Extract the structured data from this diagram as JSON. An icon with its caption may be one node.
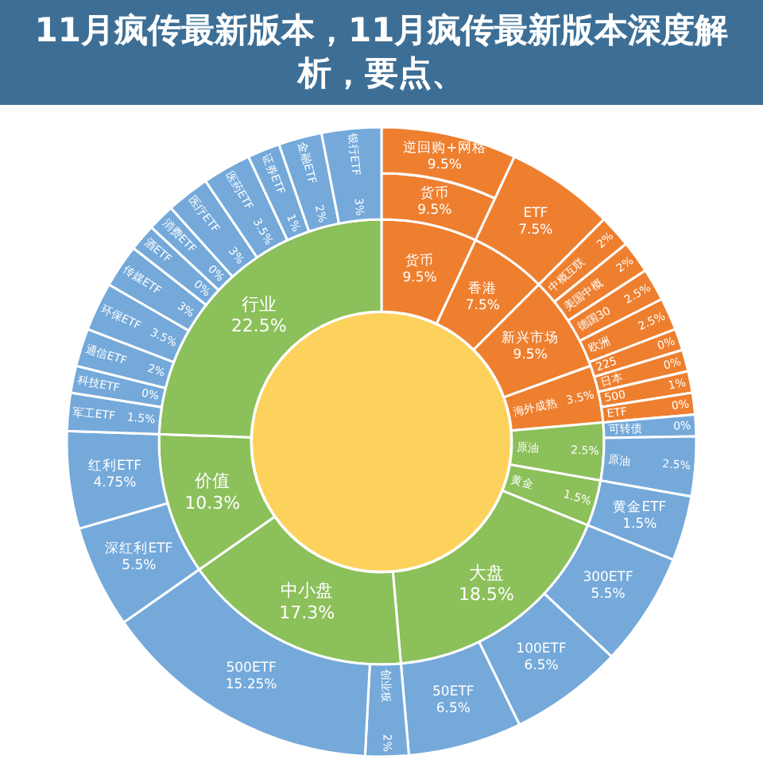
{
  "diagram": {
    "title": "11月疯传最新版本，11月疯传最新版本深度解析，要点、",
    "nodes": [
      {
        "text": [
          "货币",
          "9.5%"
        ]
      },
      {
        "text": [
          "香港",
          "7.5%"
        ]
      },
      {
        "text": [
          "新兴市场",
          "9.5%"
        ]
      },
      {
        "text": [
          "海外成熟",
          "3.5%"
        ]
      },
      {
        "text": [
          "原油",
          "2.5%"
        ]
      },
      {
        "text": [
          "黄金",
          "1.5%"
        ]
      },
      {
        "text": [
          "大盘",
          "18.5%"
        ]
      },
      {
        "text": [
          "中小盘",
          "17.3%"
        ]
      },
      {
        "text": [
          "价值",
          "10.3%"
        ]
      },
      {
        "text": [
          "行业",
          "22.5%"
        ]
      },
      {
        "text": [
          "货币",
          "9.5%"
        ]
      },
      {
        "text": [
          "逆回购+网格",
          "9.5%"
        ]
      },
      {
        "text": [
          "ETF",
          "7.5%"
        ]
      },
      {
        "text": [
          "中概互联",
          "2%"
        ]
      },
      {
        "text": [
          "美国中概",
          "2%"
        ]
      },
      {
        "text": [
          "德国30",
          "2.5%"
        ]
      },
      {
        "text": [
          "欧洲",
          "2.5%"
        ]
      },
      {
        "text": [
          "225",
          "0%"
        ]
      },
      {
        "text": [
          "日本",
          "0%"
        ]
      },
      {
        "text": [
          "500",
          "1%"
        ]
      },
      {
        "text": [
          "ETF",
          "0%"
        ]
      },
      {
        "text": [
          "可转债",
          "0%"
        ]
      },
      {
        "text": [
          "原油",
          "2.5%"
        ]
      },
      {
        "text": [
          "黄金ETF",
          "1.5%"
        ]
      },
      {
        "text": [
          "300ETF",
          "5.5%"
        ]
      },
      {
        "text": [
          "100ETF",
          "6.5%"
        ]
      },
      {
        "text": [
          "50ETF",
          "6.5%"
        ]
      },
      {
        "text": [
          "创业板",
          "2%"
        ]
      },
      {
        "text": [
          "500ETF",
          "15.25%"
        ]
      },
      {
        "text": [
          "深红利ETF",
          "5.5%"
        ]
      },
      {
        "text": [
          "红利ETF",
          "4.75%"
        ]
      },
      {
        "text": [
          "军工ETF",
          "1.5%"
        ]
      },
      {
        "text": [
          "科技ETF",
          "0%"
        ]
      },
      {
        "text": [
          "通信ETF",
          "2%"
        ]
      },
      {
        "text": [
          "环保ETF",
          "3.5%"
        ]
      },
      {
        "text": [
          "传媒ETF",
          "3%"
        ]
      },
      {
        "text": [
          "酒ETF",
          "0%"
        ]
      },
      {
        "text": [
          "消费ETF",
          "0%"
        ]
      },
      {
        "text": [
          "医疗ETF",
          "3%"
        ]
      },
      {
        "text": [
          "医药ETF",
          "3.5%"
        ]
      },
      {
        "text": [
          "证券ETF",
          "1%"
        ]
      },
      {
        "text": [
          "金融ETF",
          "2%"
        ]
      },
      {
        "text": [
          "银行ETF",
          "3%"
        ]
      }
    ]
  }
}
